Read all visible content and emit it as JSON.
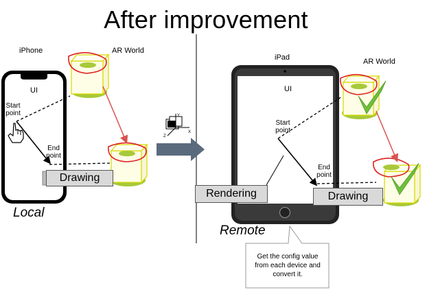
{
  "title": "After improvement",
  "local": {
    "device_label": "iPhone",
    "ui_label": "UI",
    "start_point": "Start point",
    "end_point": "End point",
    "drawing_label": "Drawing",
    "caption": "Local"
  },
  "ar_world_left": "AR World",
  "remote": {
    "device_label": "iPad",
    "ui_label": "UI",
    "start_point": "Start point",
    "end_point": "End point",
    "rendering_label": "Rendering",
    "drawing_label": "Drawing",
    "caption": "Remote"
  },
  "ar_world_right": "AR World",
  "axis_letters": [
    "Y",
    "Z",
    "X"
  ],
  "callout": "Get the config value from each device and convert it.",
  "colors": {
    "cube_fill": "#fefee6",
    "cube_edge": "#d8d800",
    "marker_green": "#a8c93a",
    "circle_red": "#e02020",
    "link_arrow": "#d9534f",
    "arrow_fill": "#5a6b7e",
    "label_bg": "#d9d9d9",
    "check_green": "#6fbf3a"
  }
}
